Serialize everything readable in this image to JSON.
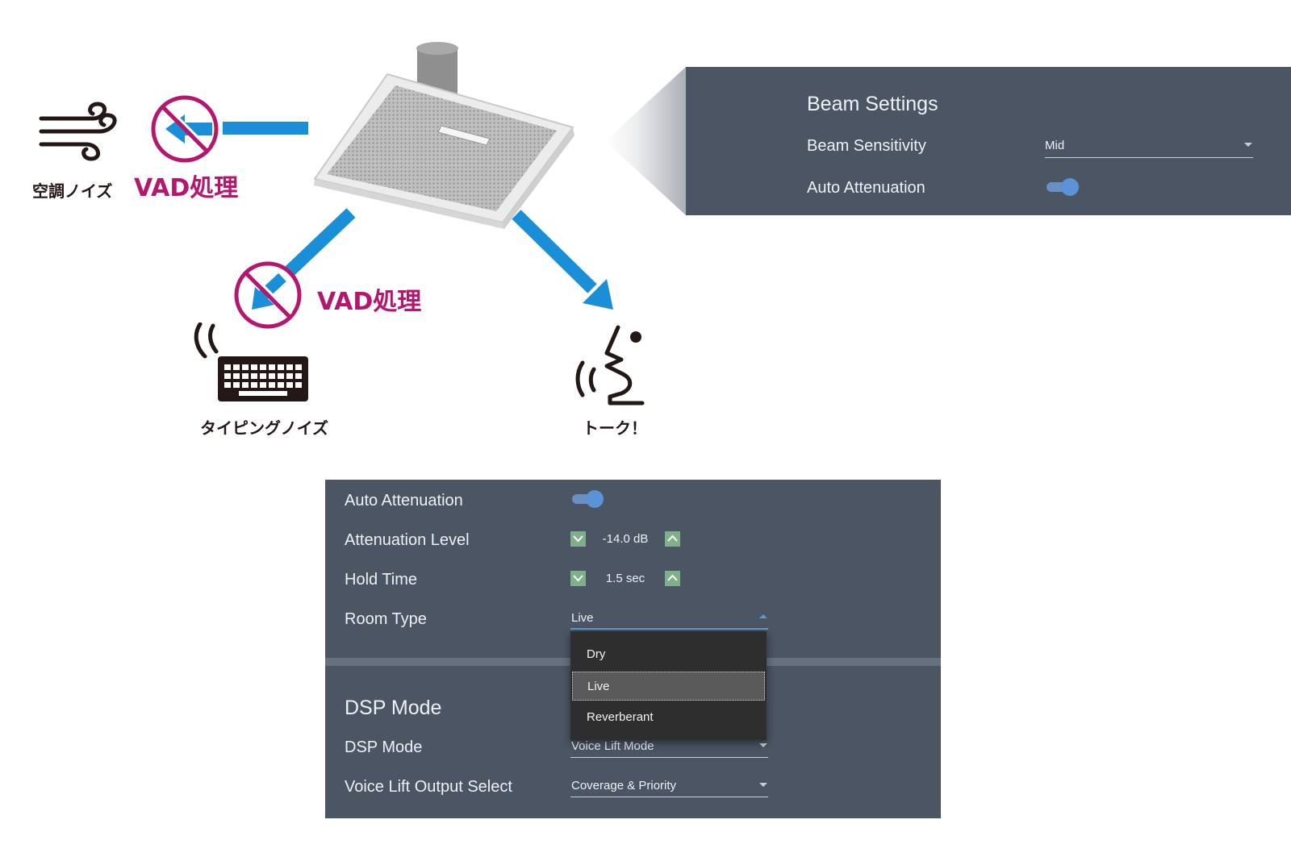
{
  "diagram": {
    "label_ac_noise": "空調ノイズ",
    "label_vad_1": "VAD処理",
    "label_vad_2": "VAD処理",
    "label_typing_noise": "タイピングノイズ",
    "label_talk": "トーク！"
  },
  "beam_settings": {
    "title": "Beam Settings",
    "sensitivity_label": "Beam Sensitivity",
    "sensitivity_value": "Mid",
    "auto_attenuation_label": "Auto Attenuation",
    "auto_attenuation_on": true
  },
  "attenuation_panel": {
    "auto_attenuation_label": "Auto Attenuation",
    "auto_attenuation_on": true,
    "attenuation_level_label": "Attenuation Level",
    "attenuation_level_value": "-14.0 dB",
    "hold_time_label": "Hold Time",
    "hold_time_value": "1.5 sec",
    "room_type_label": "Room Type",
    "room_type_value": "Live",
    "room_type_options": [
      "Dry",
      "Live",
      "Reverberant"
    ]
  },
  "dsp": {
    "section_title": "DSP Mode",
    "mode_label": "DSP Mode",
    "mode_value": "Voice Lift Mode",
    "output_label": "Voice Lift Output Select",
    "output_value": "Coverage & Priority"
  },
  "colors": {
    "panel_bg": "#4b5563",
    "vad_magenta": "#b5176e",
    "arrow_blue": "#1a8fd8",
    "stepper_green": "#7fb08a",
    "toggle_blue": "#5b93d6"
  }
}
